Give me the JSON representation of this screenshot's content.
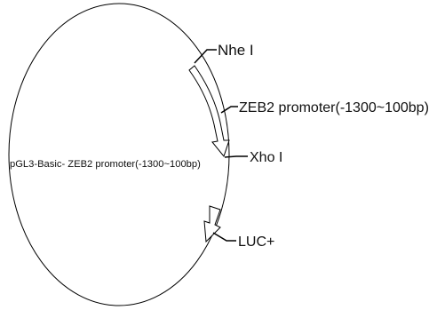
{
  "plasmid": {
    "name": "pGL3-Basic- ZEB2 promoter(-1300~100bp)"
  },
  "features": {
    "site_1": "Nhe I",
    "insert": "ZEB2 promoter(-1300~100bp)",
    "site_2": "Xho I",
    "reporter": "LUC+"
  },
  "colors": {
    "line": "#000000",
    "arrow_fill": "#ffffff",
    "text": "#111111"
  }
}
